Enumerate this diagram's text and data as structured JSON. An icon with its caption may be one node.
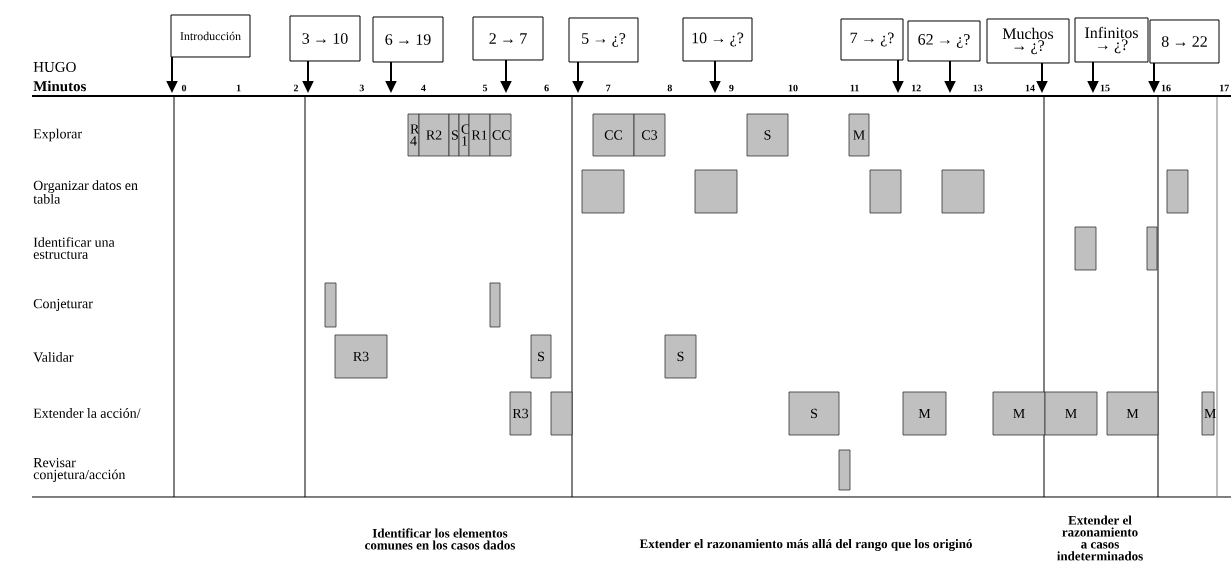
{
  "diagram": {
    "nodes": [
      {
        "text": [
          "Introducción"
        ]
      },
      {
        "text": [
          "3 → 10"
        ]
      },
      {
        "text": [
          "6 → 19"
        ]
      },
      {
        "text": [
          "2 → 7"
        ]
      },
      {
        "text": [
          "5 → ¿?"
        ]
      },
      {
        "text": [
          "10 → ¿?"
        ]
      },
      {
        "text": [
          "7 → ¿?"
        ]
      },
      {
        "text": [
          "62 → ¿?"
        ]
      },
      {
        "text": [
          "Muchos → ¿?"
        ]
      },
      {
        "text": [
          "Infinitos → ¿?"
        ]
      },
      {
        "text": [
          "8 → 22"
        ]
      },
      {
        "text": [
          "R 4"
        ]
      },
      {
        "text": [
          "R2"
        ]
      },
      {
        "text": [
          "S"
        ]
      },
      {
        "text": [
          "C 1"
        ]
      },
      {
        "text": [
          "R1"
        ]
      },
      {
        "text": [
          "CC"
        ]
      },
      {
        "text": [
          "CC"
        ]
      },
      {
        "text": [
          "C3"
        ]
      },
      {
        "text": [
          "S"
        ]
      },
      {
        "text": [
          "M"
        ]
      },
      {
        "text": [],
        "shape": "box"
      },
      {
        "text": [],
        "shape": "box"
      },
      {
        "text": [],
        "shape": "box"
      },
      {
        "text": [],
        "shape": "box"
      },
      {
        "text": [],
        "shape": "box"
      },
      {
        "text": [],
        "shape": "box"
      },
      {
        "text": [],
        "shape": "box"
      },
      {
        "text": [],
        "shape": "box"
      },
      {
        "text": [],
        "shape": "box"
      },
      {
        "text": [
          "R3"
        ]
      },
      {
        "text": [
          "S"
        ]
      },
      {
        "text": [
          "S"
        ]
      },
      {
        "text": [
          "R3"
        ]
      },
      {
        "text": [],
        "shape": "box"
      },
      {
        "text": [
          "S"
        ]
      },
      {
        "text": [
          "M"
        ]
      },
      {
        "text": [
          "M"
        ]
      },
      {
        "text": [
          "M"
        ]
      },
      {
        "text": [
          "M"
        ]
      },
      {
        "text": [
          "M"
        ]
      },
      {
        "text": [],
        "shape": "box"
      },
      {
        "text": [],
        "shape": "line"
      }
    ],
    "edges": [
      {
        "from": 0,
        "to": 42,
        "arrow": "to"
      },
      {
        "from": 1,
        "to": 42,
        "arrow": "to"
      },
      {
        "from": 2,
        "to": 42,
        "arrow": "to"
      },
      {
        "from": 3,
        "to": 42,
        "arrow": "to"
      },
      {
        "from": 4,
        "to": 42,
        "arrow": "to"
      },
      {
        "from": 5,
        "to": 42,
        "arrow": "to"
      },
      {
        "from": 6,
        "to": 42,
        "arrow": "to"
      },
      {
        "from": 7,
        "to": 42,
        "arrow": "to"
      },
      {
        "from": 8,
        "to": 42,
        "arrow": "to"
      },
      {
        "from": 9,
        "to": 42,
        "arrow": "to"
      },
      {
        "from": 10,
        "to": 42,
        "arrow": "to"
      }
    ],
    "labels": [
      "HUGO",
      "Minutos",
      "0",
      "1",
      "2",
      "3",
      "4",
      "5",
      "6",
      "7",
      "8",
      "9",
      "10",
      "11",
      "12",
      "13",
      "14",
      "15",
      "16",
      "17",
      "Explorar",
      "Organizar datos en tabla",
      "Identificar una estructura",
      "Conjeturar",
      "Validar",
      "Extender la acción/",
      "Revisar conjetura/acción",
      "Identificar los elementos comunes en los casos dados",
      "Extender el razonamiento más allá del rango que los originó",
      "Extender el razonamiento a casos indeterminados"
    ]
  }
}
